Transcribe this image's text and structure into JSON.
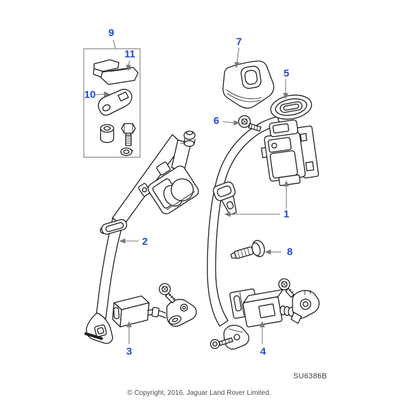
{
  "diagram": {
    "code": "SU6386B",
    "copyright": "© Copyright, 2016. Jaguar Land Rover Limited.",
    "colors": {
      "callout": "#2447CE",
      "artwork_line": "#1c1c1c",
      "leader_line": "#7a7a7a",
      "background": "#ffffff"
    },
    "callouts": [
      {
        "label": "1"
      },
      {
        "label": "2"
      },
      {
        "label": "3"
      },
      {
        "label": "4"
      },
      {
        "label": "5"
      },
      {
        "label": "6"
      },
      {
        "label": "7"
      },
      {
        "label": "8"
      },
      {
        "label": "9"
      },
      {
        "label": "10"
      },
      {
        "label": "11"
      }
    ]
  }
}
